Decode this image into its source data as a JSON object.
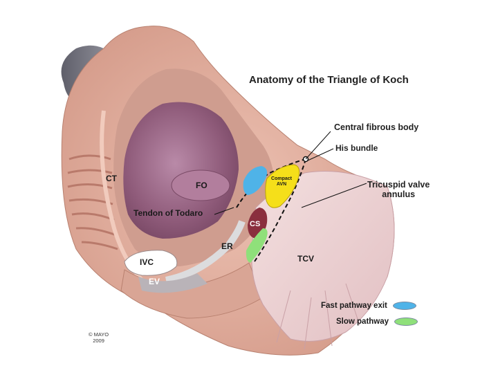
{
  "title": "Anatomy of the Triangle of Koch",
  "labels": {
    "ct": "CT",
    "fo": "FO",
    "tendon_of_todaro": "Tendon of Todaro",
    "compact_avn_line1": "Compact",
    "compact_avn_line2": "AVN",
    "cs": "CS",
    "er": "ER",
    "ivc": "IVC",
    "ev": "EV",
    "tcv": "TCV",
    "central_fibrous_body": "Central fibrous body",
    "his_bundle": "His bundle",
    "tricuspid_line1": "Tricuspid valve",
    "tricuspid_line2": "annulus"
  },
  "legend": [
    {
      "label": "Fast pathway exit",
      "color": "#4fb3e8"
    },
    {
      "label": "Slow pathway",
      "color": "#8fe07a"
    }
  ],
  "copyright": {
    "line1": "© MAYO",
    "line2": "2009"
  },
  "colors": {
    "tissue": "#e6b4a4",
    "tissue_dark": "#c98d7d",
    "fossa_purple": "#8f5b7a",
    "tcv": "#eed3d3",
    "compact_avn": "#f5df1a",
    "fast_pathway": "#4fb3e8",
    "slow_pathway": "#8fe07a",
    "cs": "#8a2f3e",
    "svc_gray": "#7a7a86"
  }
}
